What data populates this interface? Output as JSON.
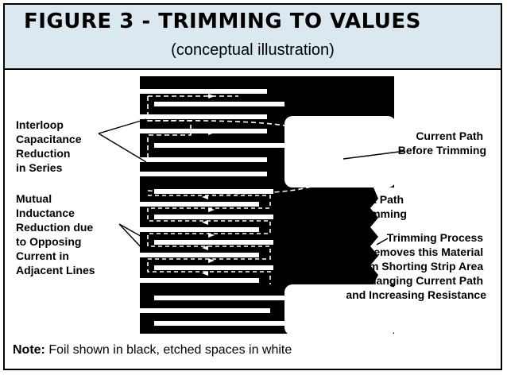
{
  "figure": {
    "title": "FIGURE 3 - TRIMMING TO VALUES",
    "subtitle": "(conceptual illustration)"
  },
  "labels": {
    "interloop": [
      "Interloop",
      "Capacitance",
      "Reduction",
      "in Series"
    ],
    "mutual": [
      "Mutual",
      "Inductance",
      "Reduction due",
      "to Opposing",
      "Current in",
      "Adjacent Lines"
    ],
    "before": [
      "Current Path",
      "Before Trimming"
    ],
    "after": [
      "Current Path",
      "After Trimming"
    ],
    "trimming": [
      "Trimming Process",
      "Removes this Material",
      "from Shorting Strip Area",
      "Changing Current Path",
      "and Increasing Resistance"
    ]
  },
  "note": {
    "prefix": "Note:",
    "text": " Foil shown in black, etched spaces in white"
  },
  "colors": {
    "header_bg": "#dbe8f0",
    "foil": "#000000",
    "etched": "#ffffff"
  }
}
